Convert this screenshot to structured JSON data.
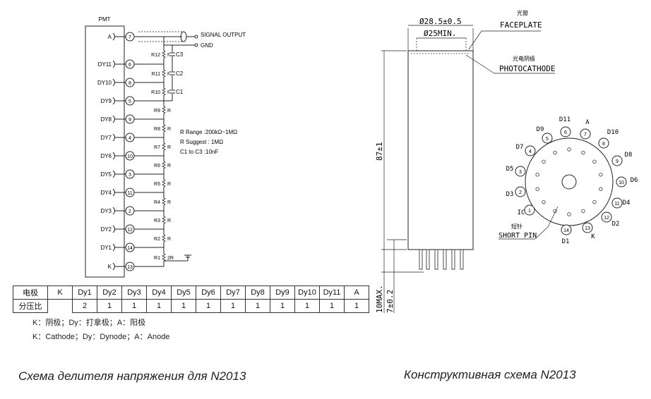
{
  "divider": {
    "pmt_label": "PMT",
    "pins": [
      {
        "label": "A",
        "pin": "7"
      },
      {
        "label": "DY11",
        "pin": "6"
      },
      {
        "label": "DY10",
        "pin": "8"
      },
      {
        "label": "DY9",
        "pin": "5"
      },
      {
        "label": "DY8",
        "pin": "9"
      },
      {
        "label": "DY7",
        "pin": "4"
      },
      {
        "label": "DY6",
        "pin": "10"
      },
      {
        "label": "DY5",
        "pin": "3"
      },
      {
        "label": "DY4",
        "pin": "11"
      },
      {
        "label": "DY3",
        "pin": "2"
      },
      {
        "label": "DY2",
        "pin": "12"
      },
      {
        "label": "DY1",
        "pin": "14"
      },
      {
        "label": "K",
        "pin": "13"
      }
    ],
    "resistors": [
      {
        "name": "R12",
        "value": "R"
      },
      {
        "name": "R11",
        "value": "R"
      },
      {
        "name": "R10",
        "value": "R"
      },
      {
        "name": "R9",
        "value": "R"
      },
      {
        "name": "R8",
        "value": "R"
      },
      {
        "name": "R7",
        "value": "R"
      },
      {
        "name": "R6",
        "value": "R"
      },
      {
        "name": "R5",
        "value": "R"
      },
      {
        "name": "R4",
        "value": "R"
      },
      {
        "name": "R3",
        "value": "R"
      },
      {
        "name": "R2",
        "value": "R"
      },
      {
        "name": "R1",
        "value": "2R"
      }
    ],
    "capacitors": [
      "C3",
      "C2",
      "C1"
    ],
    "signal_output": "SIGNAL  OUTPUT",
    "gnd": "GND",
    "specs": [
      "R Range :200kΩ~1MΩ",
      "R Suggest : 1MΩ",
      "C1 to C3 :10nF"
    ]
  },
  "ratio_table": {
    "row1_header": "电极",
    "electrodes": [
      "K",
      "Dy1",
      "Dy2",
      "Dy3",
      "Dy4",
      "Dy5",
      "Dy6",
      "Dy7",
      "Dy8",
      "Dy9",
      "Dy10",
      "Dy11",
      "A"
    ],
    "row2_header": "分压比",
    "ratios": [
      "2",
      "1",
      "1",
      "1",
      "1",
      "1",
      "1",
      "1",
      "1",
      "1",
      "1",
      "1"
    ]
  },
  "legend": {
    "line1": "K：阴极；Dy：打拿极；A：阳极",
    "line2": "K：Cathode；Dy：Dynode；A：Anode"
  },
  "captions": {
    "left": "Схема делителя напряжения для N2013",
    "right": "Конструктивная схема N2013"
  },
  "tube": {
    "dim_outer": "Ø28.5±0.5",
    "dim_inner": "Ø25MIN.",
    "faceplate_cn": "光窗",
    "faceplate_en": "FACEPLATE",
    "photocathode_cn": "光电阴极",
    "photocathode_en": "PHOTOCATHODE",
    "length": "87±1",
    "pin_len": "10MAX.",
    "base_len": "7±0.2"
  },
  "base": {
    "pins": [
      {
        "num": "7",
        "label": "A"
      },
      {
        "num": "8",
        "label": "D10"
      },
      {
        "num": "9",
        "label": "D8"
      },
      {
        "num": "10",
        "label": "D6"
      },
      {
        "num": "11",
        "label": "D4"
      },
      {
        "num": "12",
        "label": "D2"
      },
      {
        "num": "13",
        "label": "K"
      },
      {
        "num": "14",
        "label": "D1"
      },
      {
        "num": "1",
        "label": "IC"
      },
      {
        "num": "2",
        "label": "D3"
      },
      {
        "num": "3",
        "label": "D5"
      },
      {
        "num": "4",
        "label": "D7"
      },
      {
        "num": "5",
        "label": "D9"
      },
      {
        "num": "6",
        "label": "D11"
      }
    ],
    "short_pin_cn": "短针",
    "short_pin_en": "SHORT PIN"
  }
}
